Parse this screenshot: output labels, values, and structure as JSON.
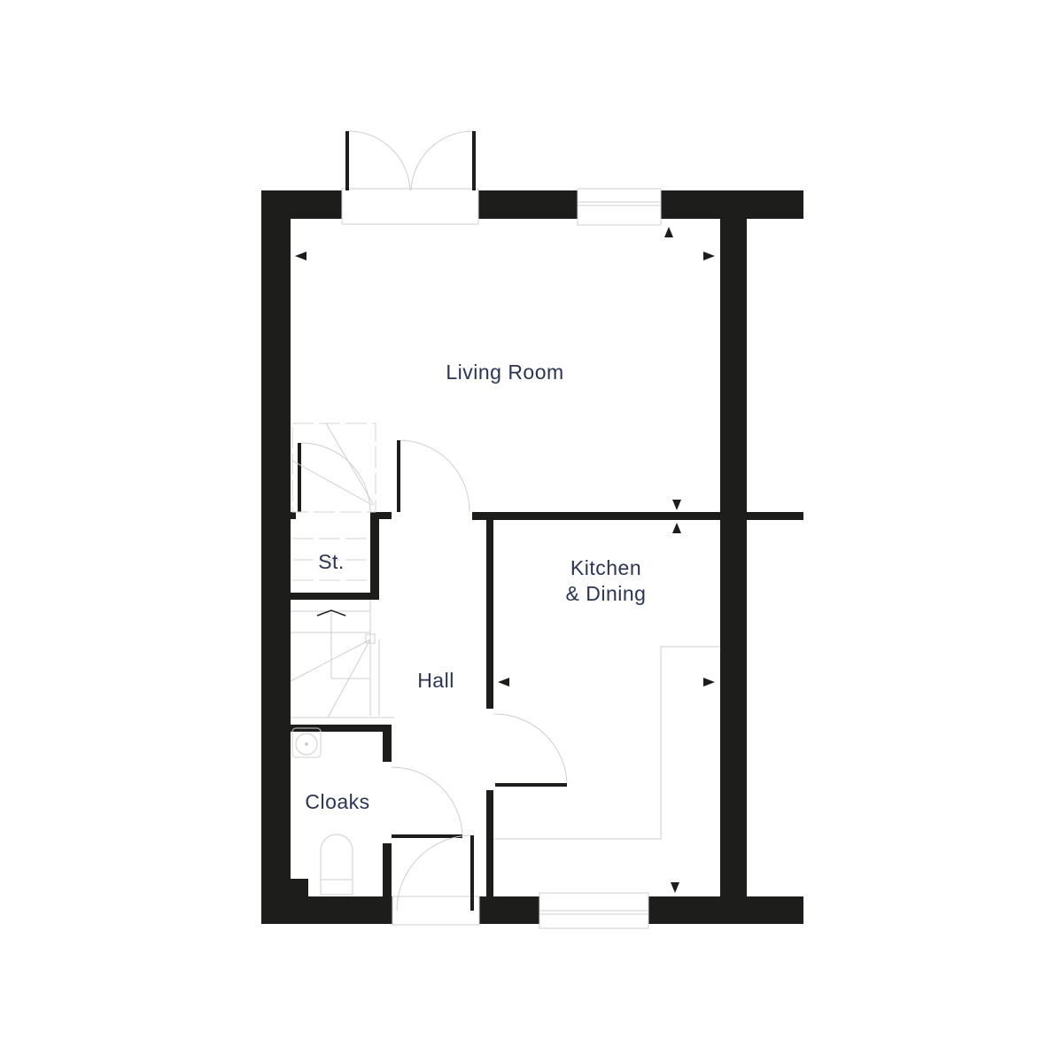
{
  "plan": {
    "rooms": {
      "living": "Living Room",
      "kitchen_line1": "Kitchen",
      "kitchen_line2": "& Dining",
      "storage": "St.",
      "hall": "Hall",
      "cloaks": "Cloaks"
    },
    "colors": {
      "wall": "#1d1d1b",
      "label": "#2a3556",
      "fixture": "#cfcfcf"
    }
  }
}
